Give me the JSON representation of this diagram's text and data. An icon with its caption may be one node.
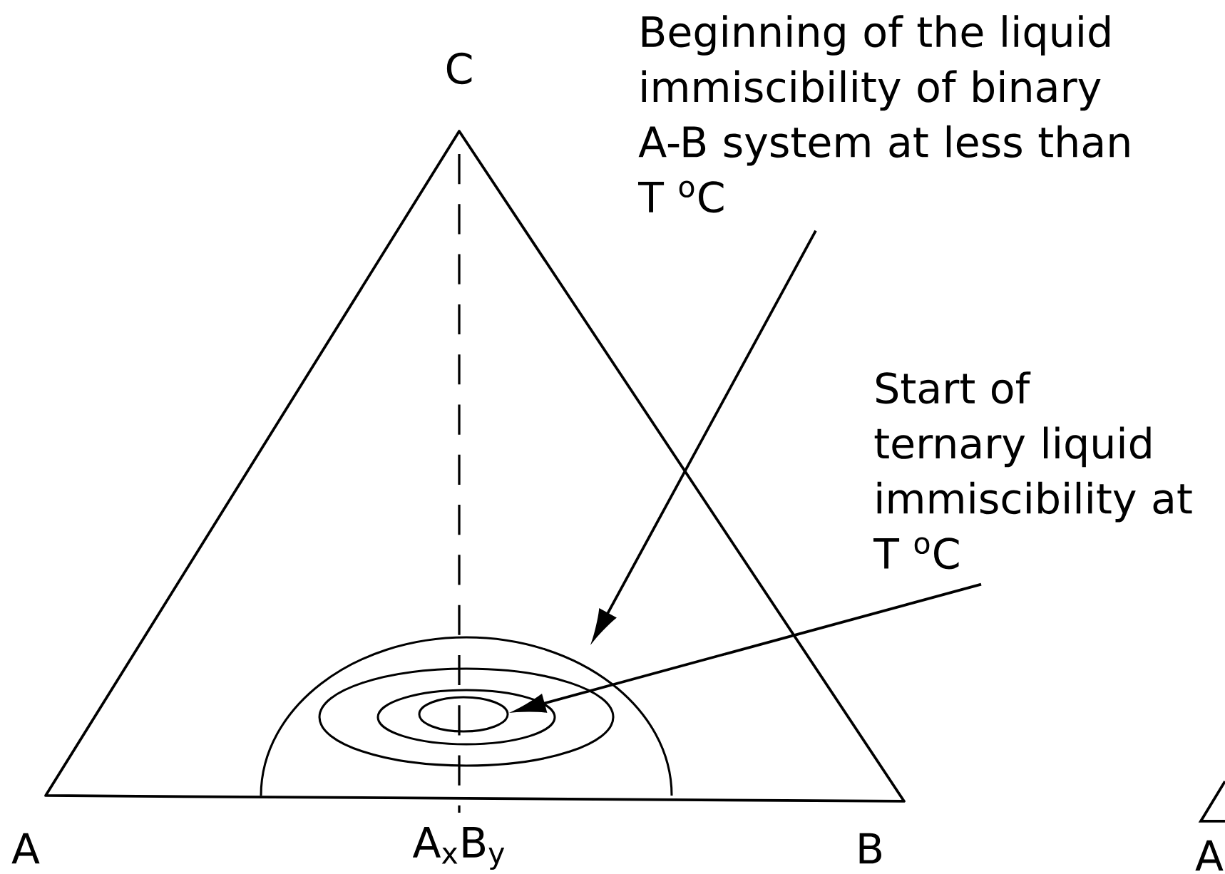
{
  "diagram": {
    "nodes": [
      {
        "text": [
          "Beginning of the liquid immiscibility of binary A-B system at less than T $^{o}$C"
        ]
      },
      {
        "text": [
          "Start of ternary liquid immiscibility at T $^{o}$C"
        ]
      },
      {
        "text": [],
        "shape": "arc"
      },
      {
        "text": [],
        "shape": "ellipse",
        "in": 2
      }
    ],
    "edges": [
      {
        "from": 0,
        "to": 2,
        "arrow": "to"
      },
      {
        "from": 1,
        "to": 3,
        "arrow": "to"
      }
    ],
    "labels": [
      "C",
      "A",
      "A$_{x}$B$_{y}$",
      "B",
      "A"
    ]
  }
}
